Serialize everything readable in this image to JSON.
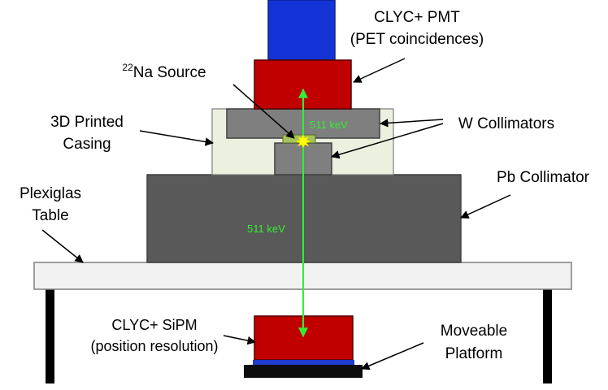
{
  "colors": {
    "pmt_blue": "#1433d6",
    "crystal_red": "#c00000",
    "tungsten_gray": "#7f7f7f",
    "lead_gray": "#595959",
    "casing_green": "#ebf1de",
    "table_fill": "#f2f2f2",
    "gamma_green": "#33ee33",
    "source_yellow": "#ffff00",
    "platform_black": "#0d0d0d",
    "sipm_blue": "#1f3ccc"
  },
  "labels": {
    "pmt_line1": "CLYC+ PMT",
    "pmt_line2": "(PET coincidences)",
    "source_sup": "22",
    "source_rest": "Na Source",
    "casing_line1": "3D Printed",
    "casing_line2": "Casing",
    "w_collimators": "W Collimators",
    "pb_collimator": "Pb Collimator",
    "table_line1": "Plexiglas",
    "table_line2": "Table",
    "sipm_line1": "CLYC+ SiPM",
    "sipm_line2": "(position resolution)",
    "platform_line1": "Moveable",
    "platform_line2": "Platform",
    "energy_upper": "511 keV",
    "energy_lower": "511 keV"
  },
  "icons": {
    "arrow": "arrow-icon",
    "source": "source-starburst-icon"
  }
}
